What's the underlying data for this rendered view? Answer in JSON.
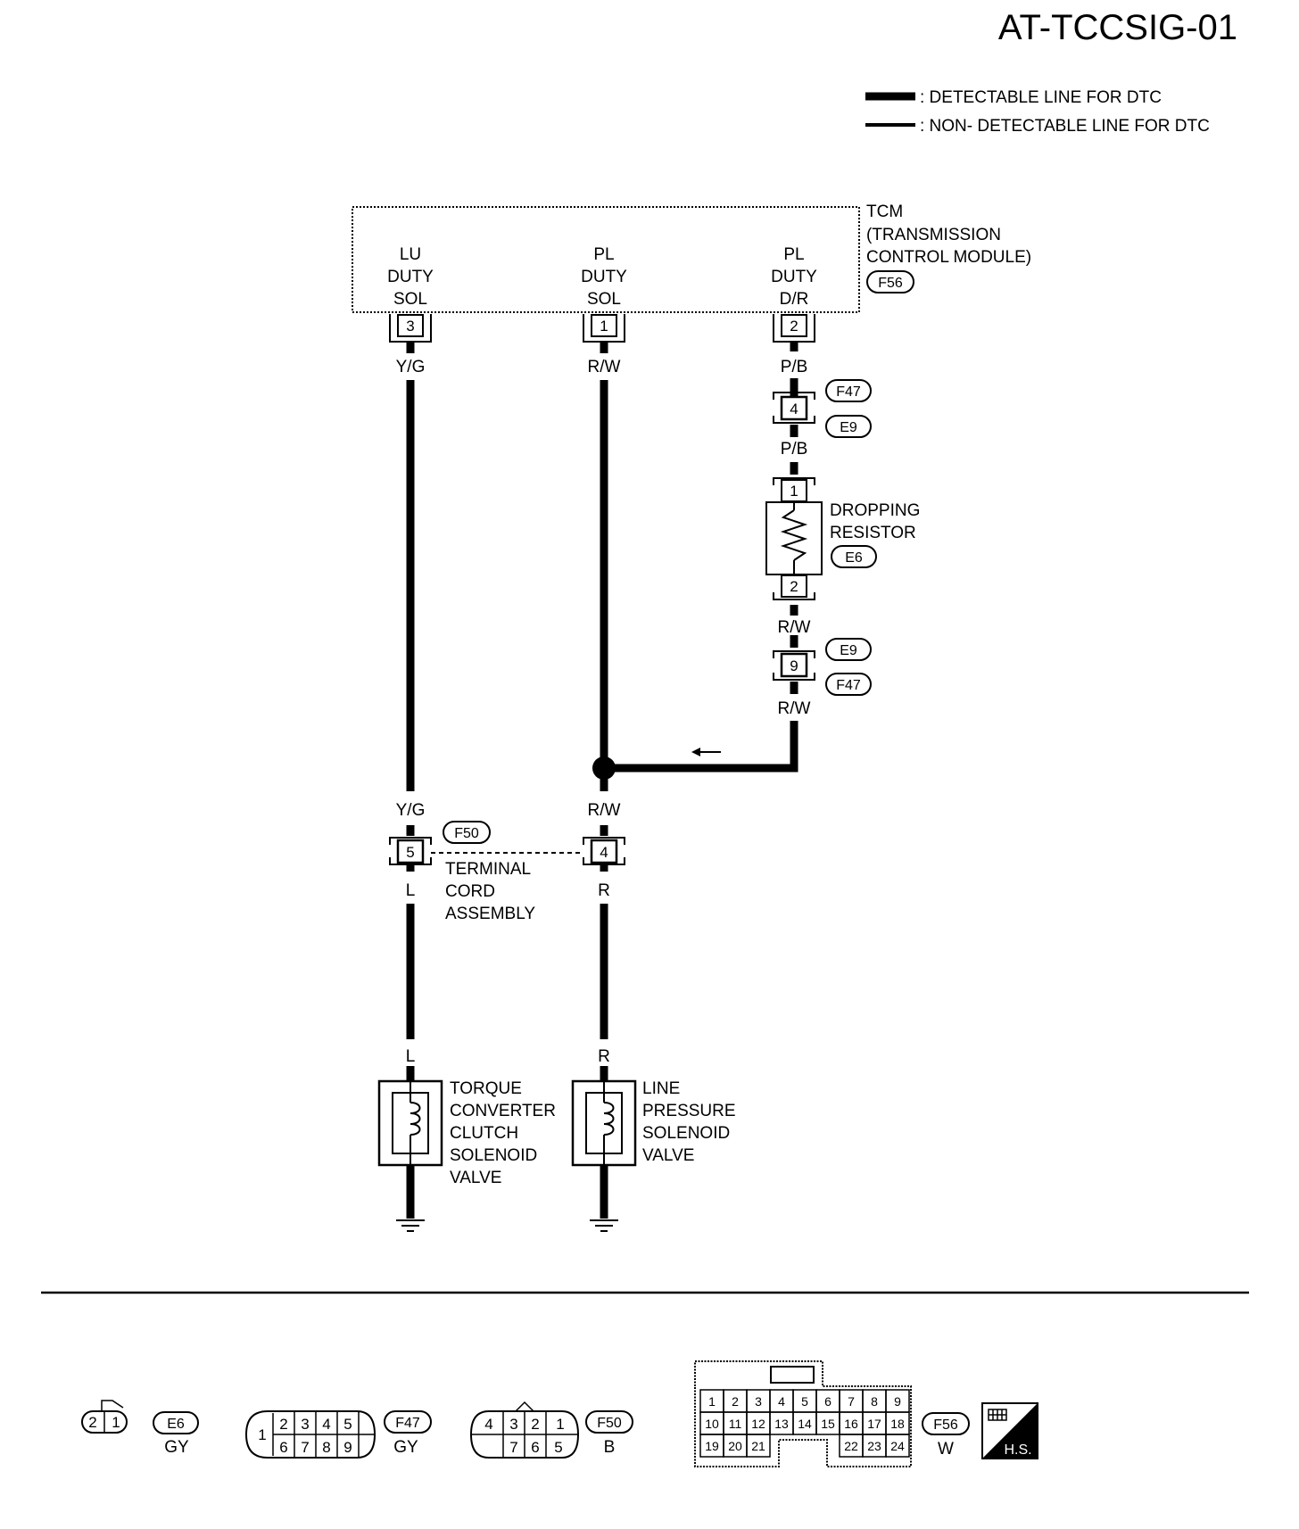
{
  "title": "AT-TCCSIG-01",
  "legend": {
    "detectable": ": DETECTABLE LINE FOR DTC",
    "non_detectable": ": NON- DETECTABLE LINE FOR DTC"
  },
  "tcm": {
    "name": "TCM",
    "full_name_1": "(TRANSMISSION",
    "full_name_2": "CONTROL MODULE)",
    "connector": "F56",
    "terminals": [
      {
        "line1": "LU",
        "line2": "DUTY",
        "line3": "SOL",
        "pin": "3",
        "wire": "Y/G"
      },
      {
        "line1": "PL",
        "line2": "DUTY",
        "line3": "SOL",
        "pin": "1",
        "wire": "R/W"
      },
      {
        "line1": "PL",
        "line2": "DUTY",
        "line3": "D/R",
        "pin": "2",
        "wire": "P/B"
      }
    ]
  },
  "harness_upper": {
    "pin": "4",
    "conn_a": "F47",
    "conn_b": "E9",
    "wire_below": "P/B"
  },
  "resistor": {
    "label_1": "DROPPING",
    "label_2": "RESISTOR",
    "connector": "E6",
    "pin_top": "1",
    "pin_bottom": "2",
    "wire_below": "R/W"
  },
  "harness_lower": {
    "pin": "9",
    "conn_a": "E9",
    "conn_b": "F47",
    "wire_below": "R/W"
  },
  "terminal_cord": {
    "connector": "F50",
    "wire_left_above": "Y/G",
    "wire_right_above": "R/W",
    "pin_left": "5",
    "pin_right": "4",
    "wire_left_below": "L",
    "wire_right_below": "R",
    "label_1": "TERMINAL",
    "label_2": "CORD",
    "label_3": "ASSEMBLY"
  },
  "solenoids": [
    {
      "wire": "L",
      "label_1": "TORQUE",
      "label_2": "CONVERTER",
      "label_3": "CLUTCH",
      "label_4": "SOLENOID",
      "label_5": "VALVE"
    },
    {
      "wire": "R",
      "label_1": "LINE",
      "label_2": "PRESSURE",
      "label_3": "SOLENOID",
      "label_4": "VALVE"
    }
  ],
  "connector_views": {
    "e6": {
      "id": "E6",
      "color": "GY",
      "pins": [
        "2",
        "1"
      ]
    },
    "f47": {
      "id": "F47",
      "color": "GY",
      "pin_left": "1",
      "top": [
        "2",
        "3",
        "4",
        "5"
      ],
      "bottom": [
        "6",
        "7",
        "8",
        "9"
      ]
    },
    "f50": {
      "id": "F50",
      "color": "B",
      "top": [
        "4",
        "3",
        "2",
        "1"
      ],
      "bottom": [
        "7",
        "6",
        "5"
      ]
    },
    "f56": {
      "id": "F56",
      "color": "W",
      "row1": [
        "1",
        "2",
        "3",
        "4",
        "5",
        "6",
        "7",
        "8",
        "9"
      ],
      "row2": [
        "10",
        "11",
        "12",
        "13",
        "14",
        "15",
        "16",
        "17",
        "18"
      ],
      "row3_left": [
        "19",
        "20",
        "21"
      ],
      "row3_right": [
        "22",
        "23",
        "24"
      ]
    },
    "hs_badge": "H.S."
  }
}
